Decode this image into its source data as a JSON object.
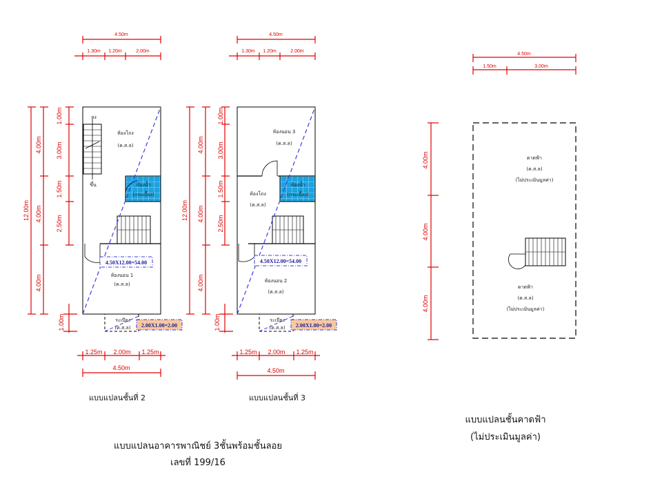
{
  "floor2": {
    "title": "แบบแปลนชั้นที่ 2",
    "top_total": "4.50m",
    "top_segments": [
      "1.30m",
      "1.20m",
      "2.00m"
    ],
    "bottom_segments": [
      "1.25m",
      "2.00m",
      "1.25m"
    ],
    "bottom_total": "4.50m",
    "left_total": "12.00m",
    "left_outer": [
      "4.00m",
      "4.00m",
      "4.00m"
    ],
    "left_balcony": "1.00m",
    "left_inner": [
      "1.00m",
      "3.00m",
      "1.50m",
      "2.50m"
    ],
    "stair_down": "ลง",
    "stair_up": "ขึ้น",
    "room_hall": "ห้องโถง",
    "room_hall_mat": "(ค.ส.ล)",
    "room_bath": "ห้องน้ำ",
    "room_bath_mat": "(กระเบื้อง)",
    "room_bed": "ห้องนอน 1",
    "room_bed_mat": "(ค.ส.ล)",
    "balcony": "ระเบียง",
    "balcony_mat": "(ค.ส.ล)",
    "area_main": "4.50X12.00=54.00",
    "area_balcony": "2.00X1.00=2.00"
  },
  "floor3": {
    "title": "แบบแปลนชั้นที่ 3",
    "top_total": "4.50m",
    "top_segments": [
      "1.30m",
      "1.20m",
      "2.00m"
    ],
    "bottom_segments": [
      "1.25m",
      "2.00m",
      "1.25m"
    ],
    "bottom_total": "4.50m",
    "left_total": "12.00m",
    "left_outer": [
      "4.00m",
      "4.00m",
      "4.00m"
    ],
    "left_balcony": "1.00m",
    "left_inner": [
      "1.00m",
      "3.00m",
      "1.50m",
      "2.50m"
    ],
    "room_bed3": "ห้องนอน 3",
    "room_bed3_mat": "(ค.ส.ล)",
    "room_hall": "ห้องโถง",
    "room_hall_mat": "(ค.ส.ล)",
    "room_bath": "ห้องน้ำ",
    "room_bath_mat": "(กระเบื้อง)",
    "room_bed2": "ห้องนอน 2",
    "room_bed2_mat": "(ค.ส.ล)",
    "balcony": "ระเบียง",
    "balcony_mat": "(ค.ส.ล)",
    "area_main": "4.50X12.00=54.00",
    "area_balcony": "2.00X1.00=2.00"
  },
  "roof": {
    "title": "แบบแปลนชั้นคาดฟ้า",
    "subtitle": "(ไม่ประเมินมูลค่า)",
    "top_total": "4.50m",
    "top_segments": [
      "1.50m",
      "3.00m"
    ],
    "left_segments": [
      "4.00m",
      "4.00m",
      "4.00m"
    ],
    "upper_label": "ดาดฟ้า",
    "upper_mat": "(ค.ส.ล)",
    "upper_note": "(ไม่ประเมินมูลค่า)",
    "lower_label": "ดาดฟ้า",
    "lower_mat": "(ค.ส.ล)",
    "lower_note": "(ไม่ประเมินมูลค่า)"
  },
  "footer": {
    "title": "แบบแปลนอาคารพาณิชย์ 3ชั้นพร้อมชั้นลอย",
    "number": "เลขที่ 199/16"
  },
  "colors": {
    "dimension": "#e00000",
    "bathroom": "#1aa3e0",
    "area_box": "#1a1aa0",
    "balcony_box": "#f6c9a0"
  }
}
